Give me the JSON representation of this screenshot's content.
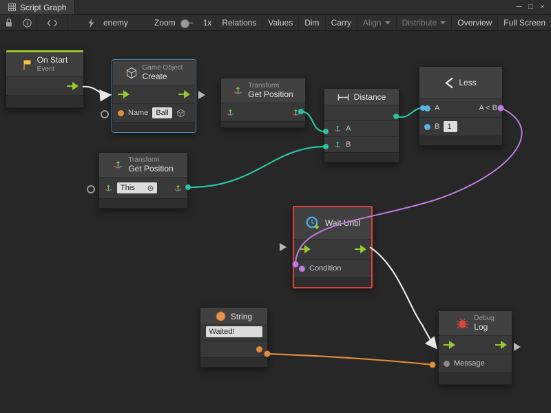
{
  "colors": {
    "flow": "#96c832",
    "teal": "#2cc1a0",
    "purple": "#bd7be0",
    "orange": "#e08a3c",
    "blue": "#57b3e3",
    "white_wire": "#e6e6e6",
    "highlight": "#e0423a"
  },
  "window": {
    "tab": "Script Graph",
    "minimize": "─",
    "maximize": "□",
    "close": "×"
  },
  "toolbar": {
    "graph_name": "enemy",
    "zoom_label": "Zoom",
    "zoom_value": "1x",
    "buttons": [
      "Relations",
      "Values",
      "Dim",
      "Carry",
      "Align",
      "Distribute",
      "Overview",
      "Full Screen"
    ]
  },
  "nodes": {
    "on_start": {
      "title": "On Start",
      "subtitle": "Event"
    },
    "create": {
      "category": "Game Object",
      "title": "Create",
      "name_label": "Name",
      "name_value": "Ball"
    },
    "get_position_1": {
      "category": "Transform",
      "title": "Get Position"
    },
    "distance": {
      "title": "Distance",
      "a_label": "A",
      "b_label": "B"
    },
    "less": {
      "title": "Less",
      "a_label": "A",
      "b_label": "B",
      "b_value": "1",
      "output_label": "A < B"
    },
    "get_position_2": {
      "category": "Transform",
      "title": "Get Position",
      "target_value": "This"
    },
    "wait_until": {
      "title": "Wait Until",
      "condition_label": "Condition"
    },
    "string": {
      "title": "String",
      "value": "Waited!"
    },
    "debug_log": {
      "category": "Debug",
      "title": "Log",
      "message_label": "Message"
    }
  }
}
